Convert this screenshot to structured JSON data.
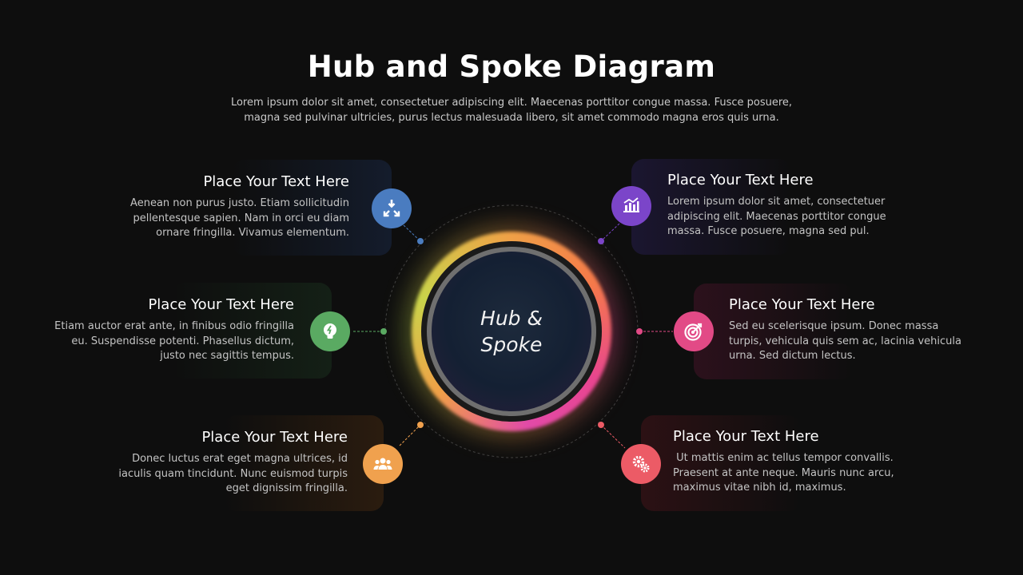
{
  "title": "Hub and Spoke Diagram",
  "subtitle_lines": [
    "Lorem ipsum dolor sit amet, consectetuer adipiscing elit. Maecenas porttitor congue massa. Fusce posuere,",
    "magna sed pulvinar ultricies, purus lectus malesuada libero, sit amet commodo magna eros quis urna."
  ],
  "hub": {
    "line1": "Hub &",
    "line2": "Spoke"
  },
  "spokes": [
    {
      "heading": "Place Your Text Here",
      "lines": [
        "Aenean non purus justo. Etiam sollicitudin",
        "pellentesque sapien. Nam in orci eu diam",
        "ornare fringilla. Vivamus elementum."
      ],
      "icon": "arrows-converge-icon",
      "color": "#4a7cc0"
    },
    {
      "heading": "Place Your Text Here",
      "lines": [
        "Etiam auctor erat ante, in finibus odio fringilla",
        "eu. Suspendisse potenti. Phasellus dictum,",
        "justo nec sagittis tempus."
      ],
      "icon": "lightbulb-icon",
      "color": "#5aaa62"
    },
    {
      "heading": "Place Your Text Here",
      "lines": [
        "Donec luctus erat eget magna ultrices, id",
        "iaculis quam tincidunt. Nunc euismod turpis",
        "eget dignissim fringilla."
      ],
      "icon": "team-icon",
      "color": "#f0a14e"
    },
    {
      "heading": "Place Your Text Here",
      "lines": [
        "Lorem ipsum dolor sit amet, consectetuer",
        "adipiscing elit. Maecenas porttitor congue",
        "massa. Fusce posuere, magna sed pul."
      ],
      "icon": "bar-chart-icon",
      "color": "#7b45c9"
    },
    {
      "heading": "Place Your Text Here",
      "lines": [
        "Sed eu scelerisque ipsum. Donec massa",
        "turpis, vehicula quis sem ac, lacinia vehicula",
        "urna. Sed dictum lectus."
      ],
      "icon": "target-icon",
      "color": "#e24a86"
    },
    {
      "heading": "Place Your Text Here",
      "lines": [
        " Ut mattis enim ac tellus tempor convallis.",
        "Praesent at ante neque. Mauris nunc arcu,",
        "maximus vitae nibh id, maximus."
      ],
      "icon": "gears-icon",
      "color": "#ec5b66"
    }
  ]
}
